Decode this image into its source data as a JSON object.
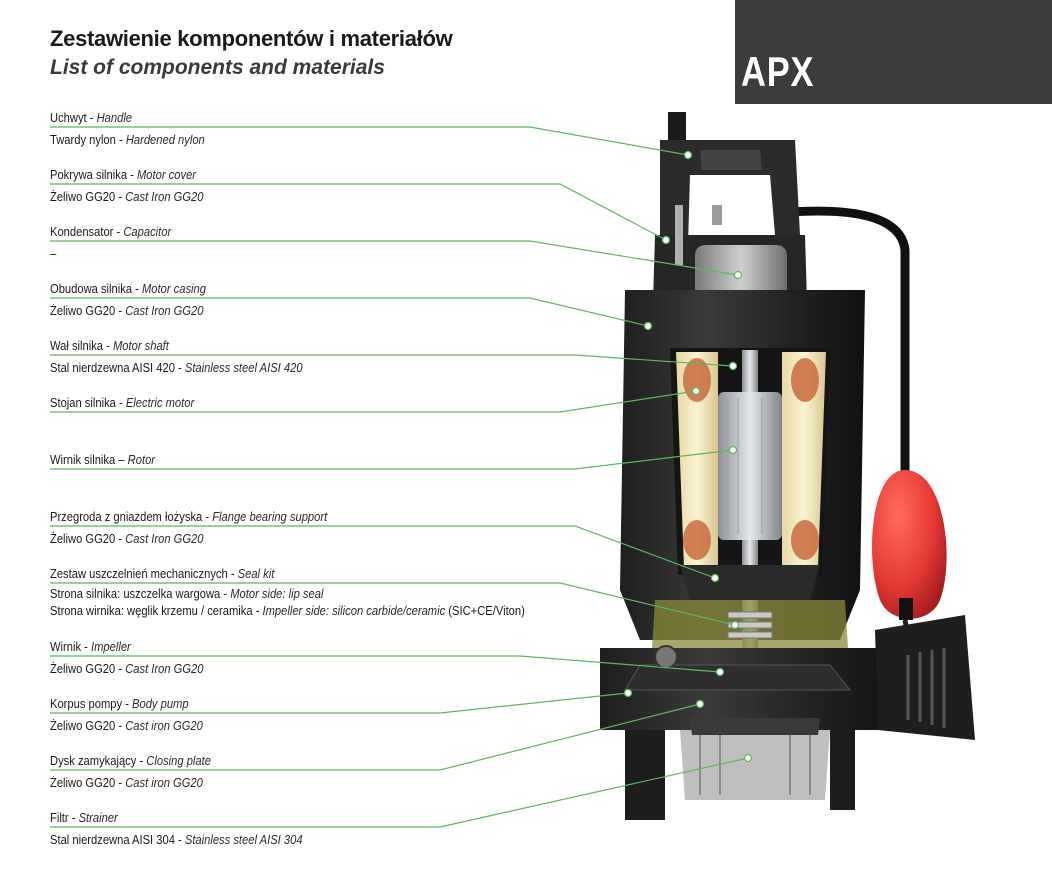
{
  "header": {
    "title": "Zestawienie komponentów i materiałów",
    "subtitle": "List of components and materials",
    "badge": "APX"
  },
  "components": [
    {
      "pl": "Uchwyt",
      "en": "Handle",
      "mat_pl": "Twardy nylon",
      "mat_en": "Hardened nylon"
    },
    {
      "pl": "Pokrywa silnika",
      "en": "Motor cover",
      "mat_pl": "Żeliwo GG20",
      "mat_en": "Cast Iron GG20"
    },
    {
      "pl": "Kondensator",
      "en": "Capacitor",
      "mat_pl": "–",
      "mat_en": ""
    },
    {
      "pl": "Obudowa silnika",
      "en": "Motor casing",
      "mat_pl": "Żeliwo GG20",
      "mat_en": "Cast Iron GG20"
    },
    {
      "pl": "Wał silnika",
      "en": "Motor shaft",
      "mat_pl": "Stal nierdzewna AISI 420",
      "mat_en": "Stainless steel AISI 420"
    },
    {
      "pl": "Stojan silnika",
      "en": "Electric motor",
      "mat_pl": "",
      "mat_en": ""
    },
    {
      "pl": "Wirnik silnika",
      "en": "Rotor",
      "mat_pl": "",
      "mat_en": ""
    },
    {
      "pl": "Przegroda z gniazdem łożyska",
      "en": "Flange bearing support",
      "mat_pl": "Żeliwo GG20",
      "mat_en": "Cast Iron GG20"
    },
    {
      "pl": "Zestaw uszczelnień mechanicznych",
      "en": "Seal kit",
      "mat_pl": "Strona silnika: uszczelka wargowa",
      "mat_en": "Motor side: lip seal",
      "mat3_pl": "Strona wirnika: węglik krzemu / ceramika",
      "mat3_en": "Impeller side: silicon carbide/ceramic",
      "mat3_extra": "(SIC+CE/Viton)"
    },
    {
      "pl": "Wirnik",
      "en": "Impeller",
      "mat_pl": "Żeliwo GG20",
      "mat_en": "Cast Iron GG20"
    },
    {
      "pl": "Korpus pompy",
      "en": "Body pump",
      "mat_pl": "Żeliwo GG20",
      "mat_en": "Cast iron GG20"
    },
    {
      "pl": "Dysk zamykający",
      "en": "Closing plate",
      "mat_pl": "Żeliwo  GG20",
      "mat_en": "Cast iron GG20"
    },
    {
      "pl": "Filtr",
      "en": "Strainer",
      "mat_pl": "Stal nierdzewna AISI 304",
      "mat_en": "Stainless steel AISI 304"
    }
  ],
  "colors": {
    "leader_line": "#5cb85c",
    "badge_bg": "#3c3c3c",
    "float": "#e53935"
  }
}
